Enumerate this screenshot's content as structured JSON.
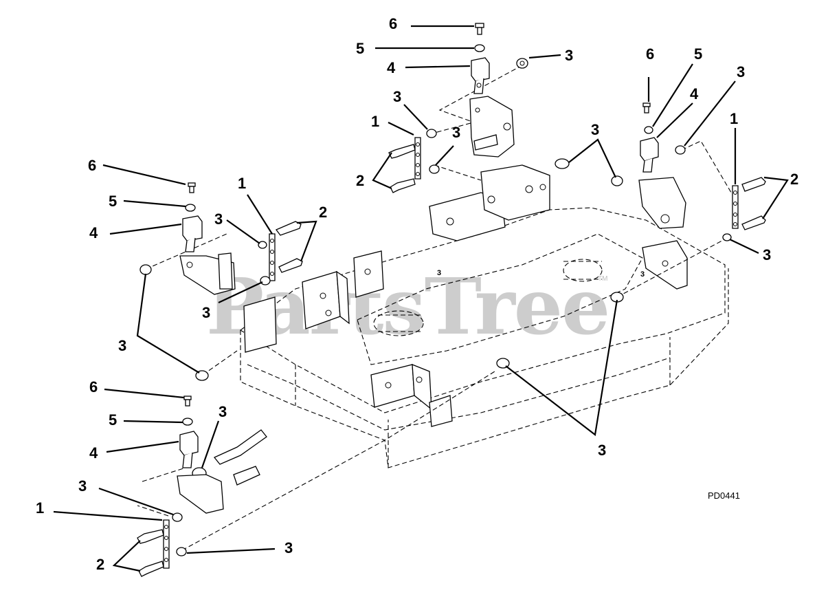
{
  "diagram": {
    "watermark": "PartsTree",
    "trademark": "TM",
    "drawing_code": "PD0441",
    "callouts": [
      {
        "id": "c1",
        "text": "6"
      },
      {
        "id": "c2",
        "text": "5"
      },
      {
        "id": "c3",
        "text": "3"
      },
      {
        "id": "c4",
        "text": "4"
      },
      {
        "id": "c5",
        "text": "3"
      },
      {
        "id": "c6",
        "text": "1"
      },
      {
        "id": "c7",
        "text": "3"
      },
      {
        "id": "c8",
        "text": "2"
      },
      {
        "id": "c9",
        "text": "6"
      },
      {
        "id": "c10",
        "text": "5"
      },
      {
        "id": "c11",
        "text": "3"
      },
      {
        "id": "c12",
        "text": "4"
      },
      {
        "id": "c13",
        "text": "3"
      },
      {
        "id": "c14",
        "text": "1"
      },
      {
        "id": "c15",
        "text": "2"
      },
      {
        "id": "c16",
        "text": "3"
      },
      {
        "id": "c17",
        "text": "6"
      },
      {
        "id": "c18",
        "text": "5"
      },
      {
        "id": "c19",
        "text": "4"
      },
      {
        "id": "c20",
        "text": "1"
      },
      {
        "id": "c21",
        "text": "2"
      },
      {
        "id": "c22",
        "text": "3"
      },
      {
        "id": "c23",
        "text": "3"
      },
      {
        "id": "c24",
        "text": "3"
      },
      {
        "id": "c25",
        "text": "6"
      },
      {
        "id": "c26",
        "text": "5"
      },
      {
        "id": "c27",
        "text": "3"
      },
      {
        "id": "c28",
        "text": "4"
      },
      {
        "id": "c29",
        "text": "3"
      },
      {
        "id": "c30",
        "text": "1"
      },
      {
        "id": "c31",
        "text": "2"
      },
      {
        "id": "c32",
        "text": "3"
      },
      {
        "id": "c33",
        "text": "3"
      }
    ],
    "deck_labels": [
      "3",
      "3"
    ]
  }
}
